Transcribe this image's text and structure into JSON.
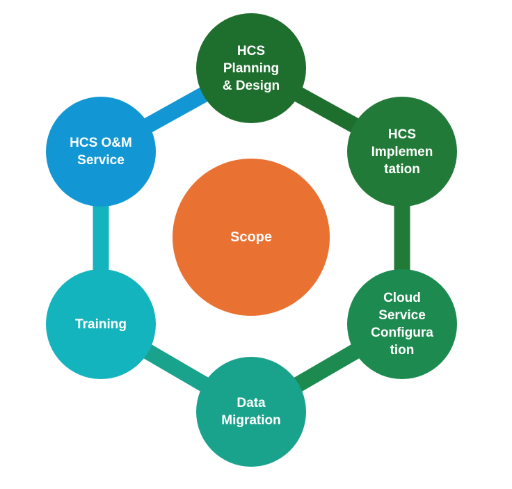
{
  "diagram": {
    "center": {
      "label": "Scope",
      "color": "#E97132"
    },
    "nodes": [
      {
        "label": "HCS\nPlanning\n& Design",
        "color": "#1E6E2D"
      },
      {
        "label": "HCS\nImplemen\ntation",
        "color": "#217A37"
      },
      {
        "label": "Cloud\nService\nConfigura\ntion",
        "color": "#1D8A4F"
      },
      {
        "label": "Data\nMigration",
        "color": "#1AA38C"
      },
      {
        "label": "Training",
        "color": "#14B4BE"
      },
      {
        "label": "HCS O&M\nService",
        "color": "#1397D4"
      }
    ]
  }
}
